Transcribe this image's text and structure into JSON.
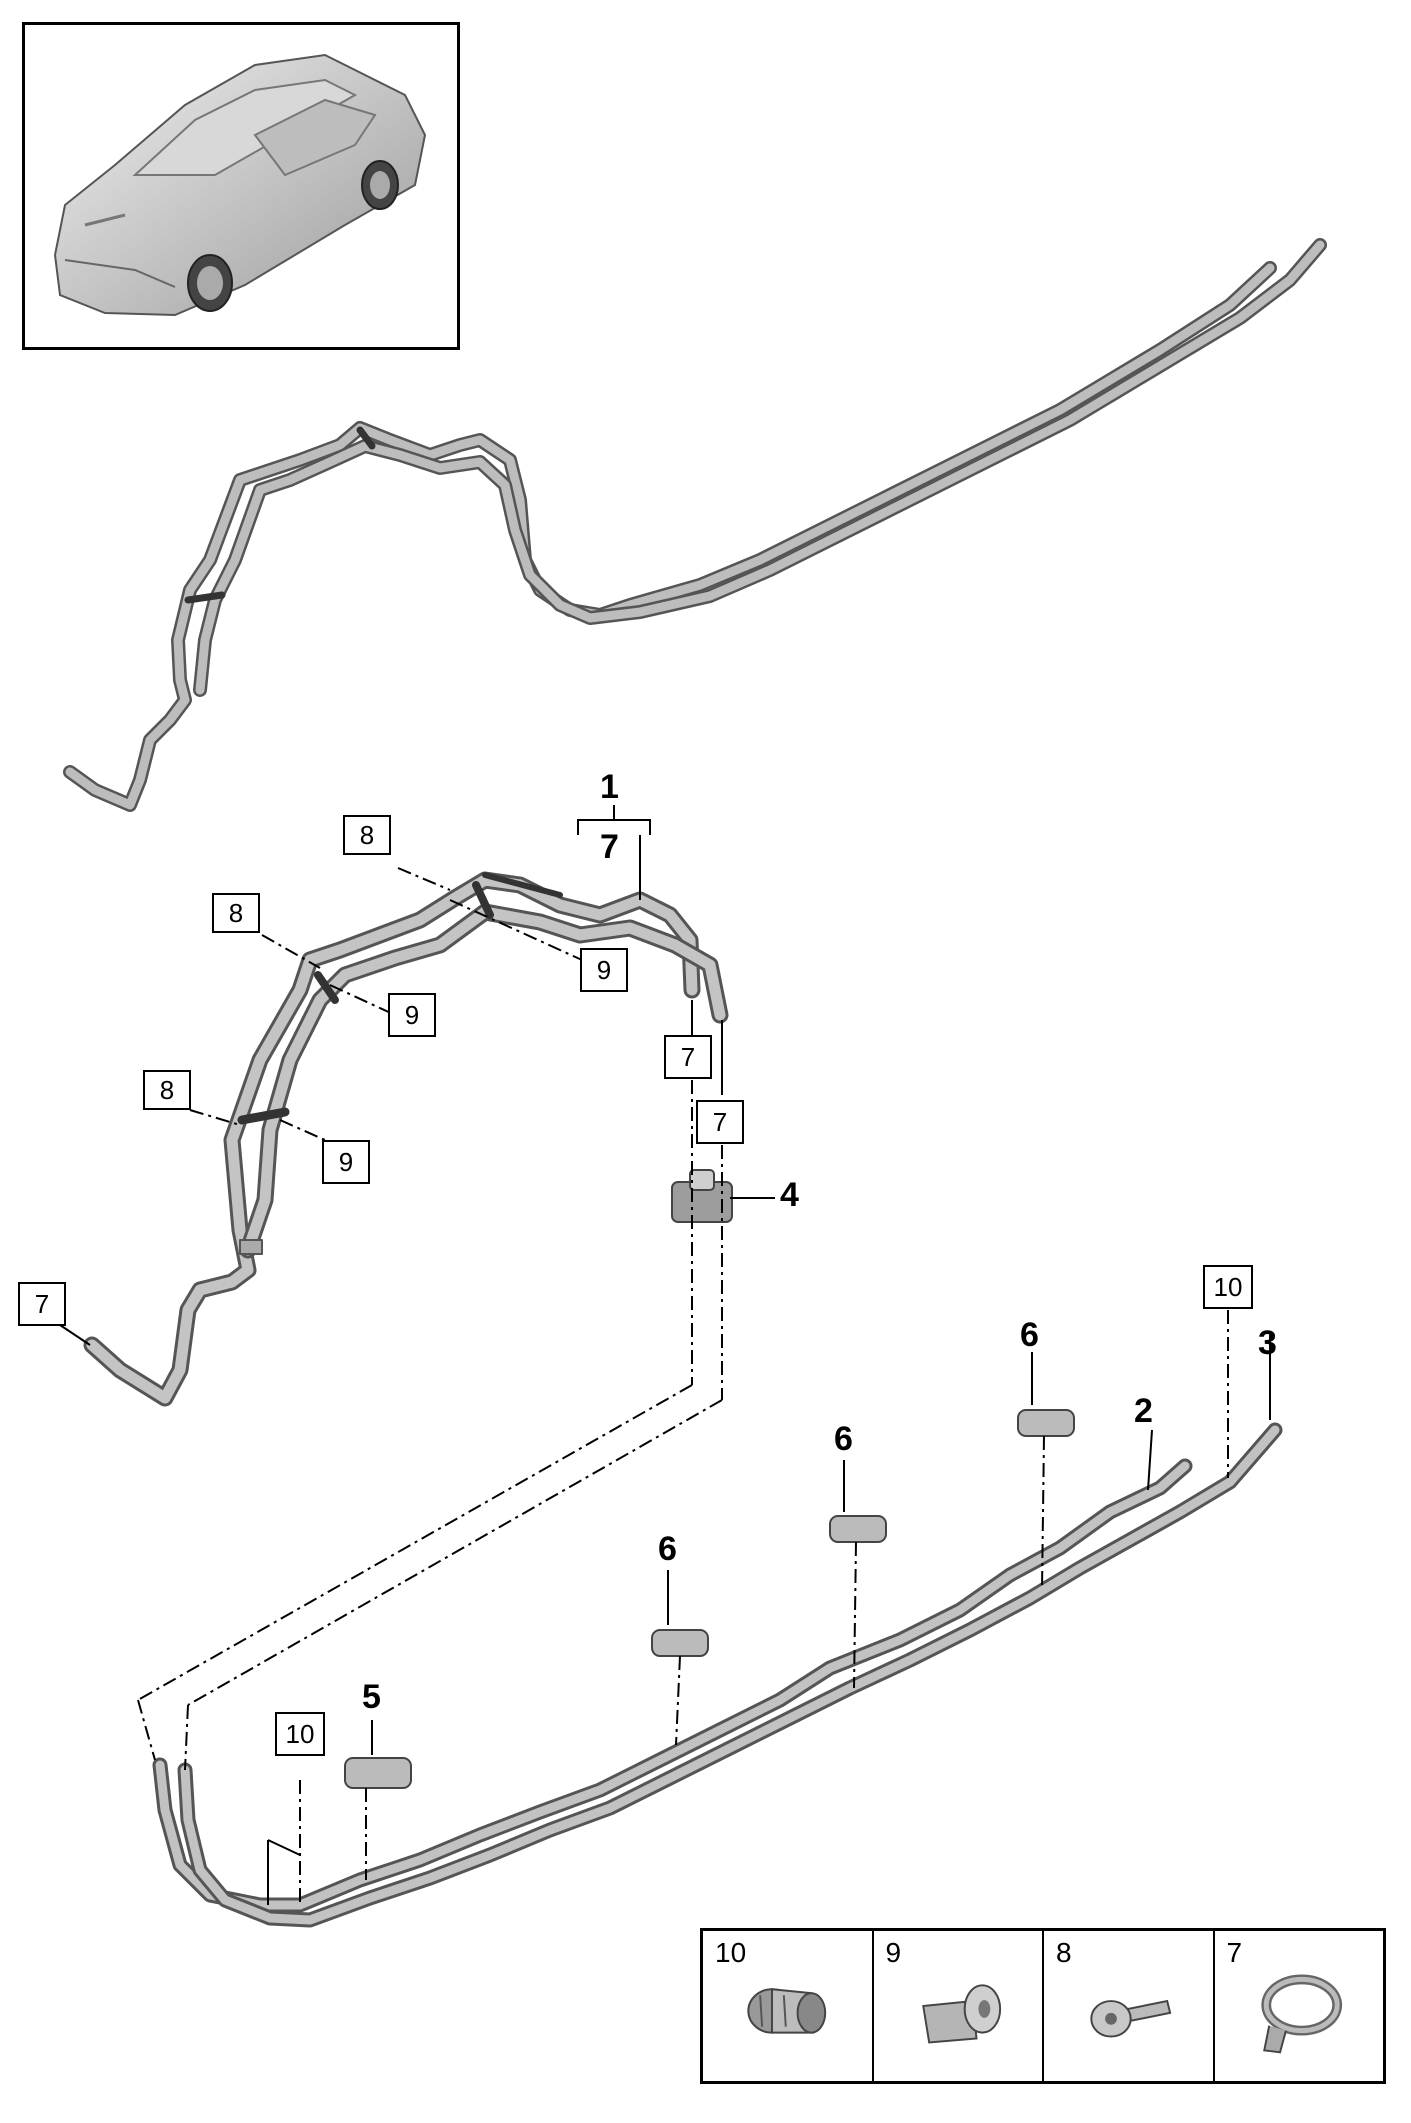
{
  "callouts": {
    "c1": "1",
    "c7_top": "7",
    "c4": "4",
    "c5": "5",
    "c6_a": "6",
    "c6_b": "6",
    "c6_c": "6",
    "c2": "2",
    "c3": "3"
  },
  "boxes": {
    "b8_a": "8",
    "b8_b": "8",
    "b8_c": "8",
    "b9_a": "9",
    "b9_b": "9",
    "b9_c": "9",
    "b7_a": "7",
    "b7_b": "7",
    "b7_c": "7",
    "b10_a": "10",
    "b10_b": "10"
  },
  "legend": [
    {
      "number": "10",
      "icon": "sleeve-icon"
    },
    {
      "number": "9",
      "icon": "expanding-rivet-icon"
    },
    {
      "number": "8",
      "icon": "screw-icon"
    },
    {
      "number": "7",
      "icon": "hose-clamp-icon"
    }
  ]
}
